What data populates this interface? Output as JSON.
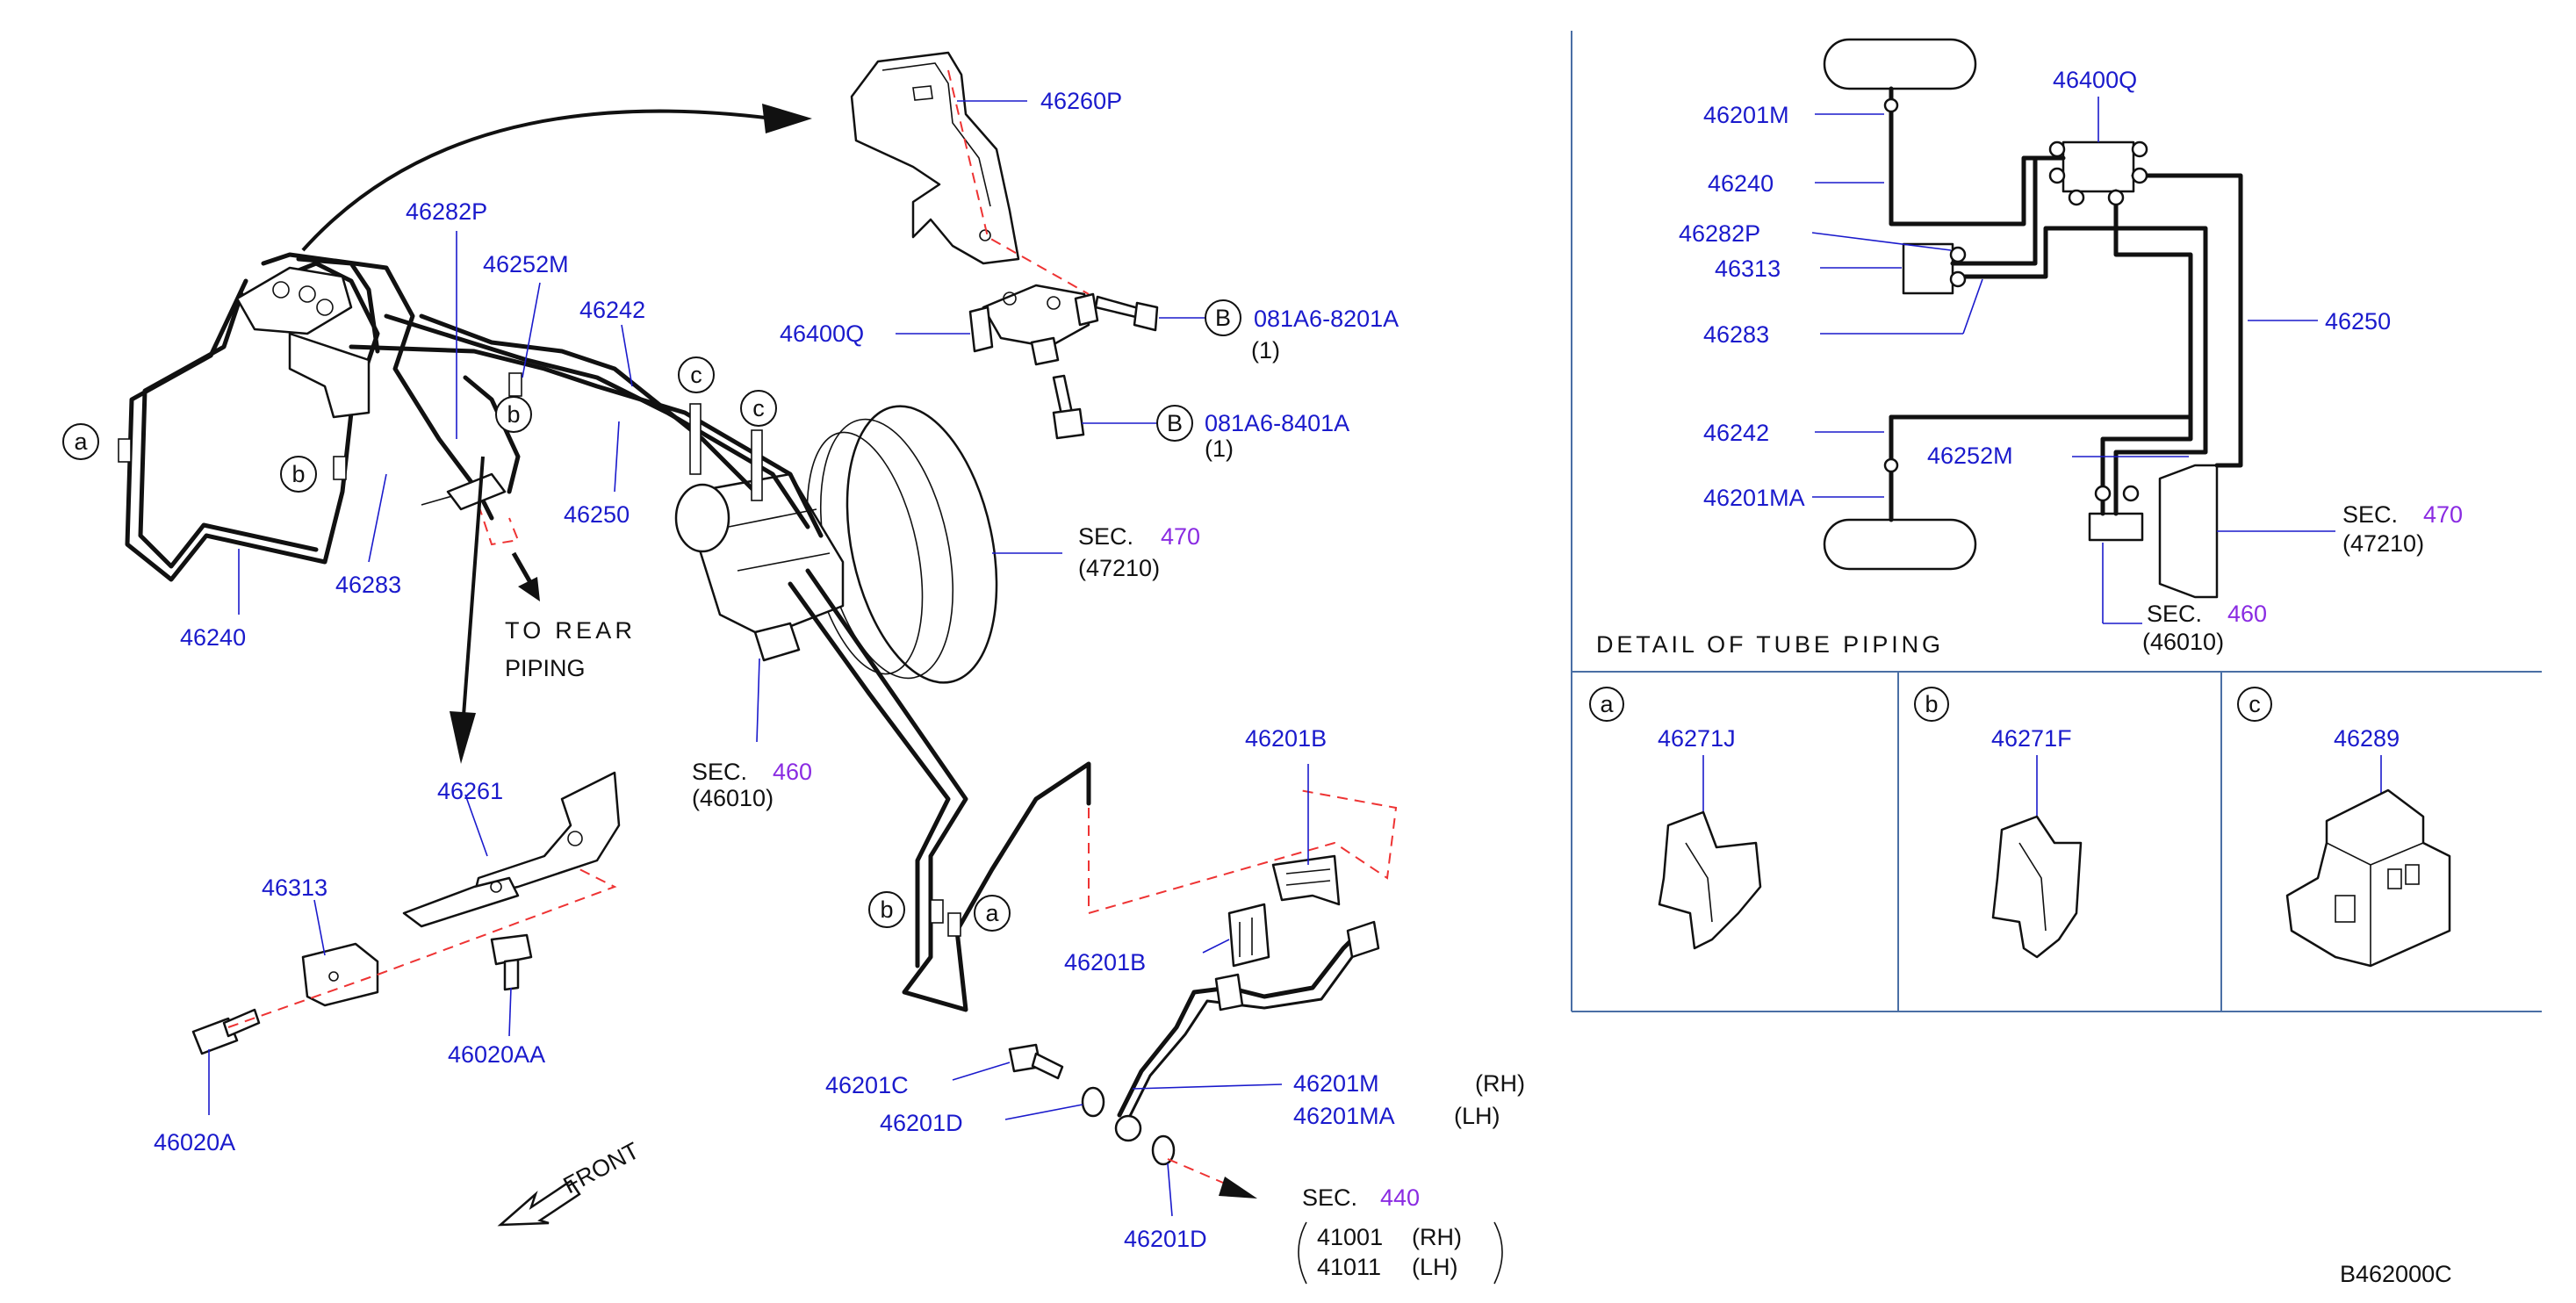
{
  "figure_code": "B462000C",
  "detail_title": "DETAIL OF TUBE PIPING",
  "notes": {
    "to_rear_line1": "TO REAR",
    "to_rear_line2": "PIPING",
    "front": "FRONT"
  },
  "sections": {
    "sec_470": {
      "prefix": "SEC.",
      "num": "470",
      "ref": "(47210)"
    },
    "sec_460": {
      "prefix": "SEC.",
      "num": "460",
      "ref": "(46010)"
    },
    "sec_440": {
      "prefix": "SEC.",
      "num": "440",
      "items": [
        {
          "part": "41001",
          "side": "(RH)"
        },
        {
          "part": "41011",
          "side": "(LH)"
        }
      ]
    },
    "d_sec_470": {
      "prefix": "SEC.",
      "num": "470",
      "ref": "(47210)"
    },
    "d_sec_460": {
      "prefix": "SEC.",
      "num": "460",
      "ref": "(46010)"
    }
  },
  "bolts": {
    "b1": {
      "marker": "B",
      "part": "081A6-8201A",
      "qty": "(1)"
    },
    "b2": {
      "marker": "B",
      "part": "081A6-8401A",
      "qty": "(1)"
    }
  },
  "callouts": {
    "a": "a",
    "b": "b",
    "c": "c"
  },
  "parts": {
    "p46260P": "46260P",
    "p46400Q": "46400Q",
    "p46282P": "46282P",
    "p46252M": "46252M",
    "p46242": "46242",
    "p46250": "46250",
    "p46283": "46283",
    "p46240": "46240",
    "p46261": "46261",
    "p46313": "46313",
    "p46020AA": "46020AA",
    "p46020A": "46020A",
    "p46201B_top": "46201B",
    "p46201B_bot": "46201B",
    "p46201C": "46201C",
    "p46201D_top": "46201D",
    "p46201D_bot": "46201D",
    "p46201M": "46201M",
    "p46201M_side": "(RH)",
    "p46201MA": "46201MA",
    "p46201MA_side": "(LH)"
  },
  "detail_parts": {
    "d46201M": "46201M",
    "d46240": "46240",
    "d46282P": "46282P",
    "d46313": "46313",
    "d46283": "46283",
    "d46242": "46242",
    "d46201MA": "46201MA",
    "d46400Q": "46400Q",
    "d46250": "46250",
    "d46252M": "46252M"
  },
  "clips": [
    {
      "marker": "a",
      "part": "46271J"
    },
    {
      "marker": "b",
      "part": "46271F"
    },
    {
      "marker": "c",
      "part": "46289"
    }
  ]
}
